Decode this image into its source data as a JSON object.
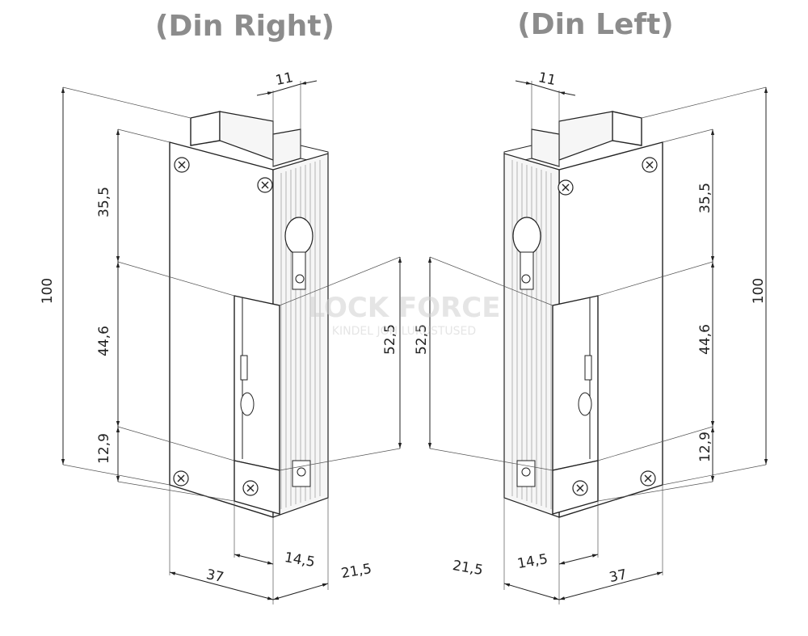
{
  "headings": {
    "right": "(Din Right)",
    "left": "(Din Left)"
  },
  "watermark": {
    "line1": "LOCK FORCE",
    "line2": "KINDEL JOH LUKUSTUSED"
  },
  "right_view": {
    "dim_top": "11",
    "dim_overall": "100",
    "dim_upper": "35,5",
    "dim_middle": "44,6",
    "dim_lower": "12,9",
    "dim_strike": "52,5",
    "dim_depth": "14,5",
    "dim_width": "37",
    "dim_side": "21,5"
  },
  "left_view": {
    "dim_top": "11",
    "dim_overall": "100",
    "dim_upper": "35,5",
    "dim_middle": "44,6",
    "dim_lower": "12,9",
    "dim_strike": "52,5",
    "dim_depth": "14,5",
    "dim_width": "37",
    "dim_side": "21,5"
  },
  "icons": [
    "screw-icon",
    "arrowhead-icon"
  ]
}
